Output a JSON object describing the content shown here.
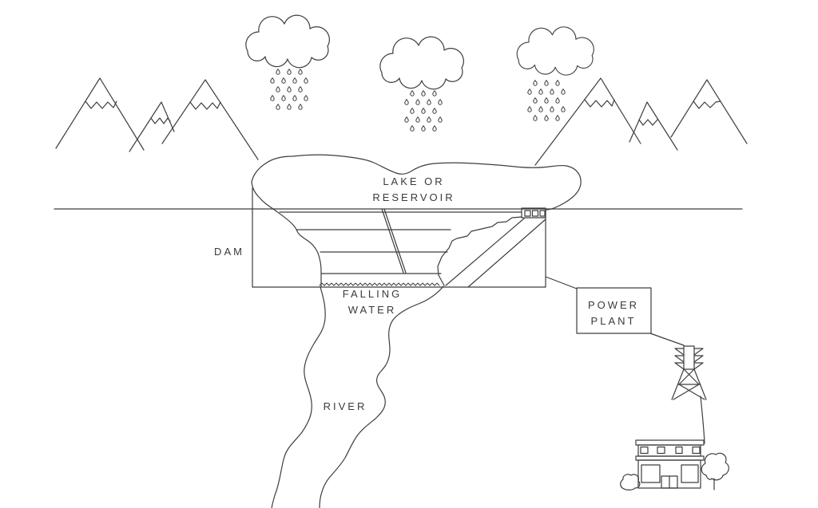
{
  "diagram": {
    "subject": "hydroelectric dam and water cycle line illustration",
    "labels": {
      "lake_line1": "LAKE OR",
      "lake_line2": "RESERVOIR",
      "dam": "DAM",
      "falling_line1": "FALLING",
      "falling_line2": "WATER",
      "river": "RIVER",
      "power_line1": "POWER",
      "power_line2": "PLANT"
    },
    "colors": {
      "line": "#3d3d3d",
      "text": "#3a3a3a",
      "background": "#ffffff"
    }
  }
}
